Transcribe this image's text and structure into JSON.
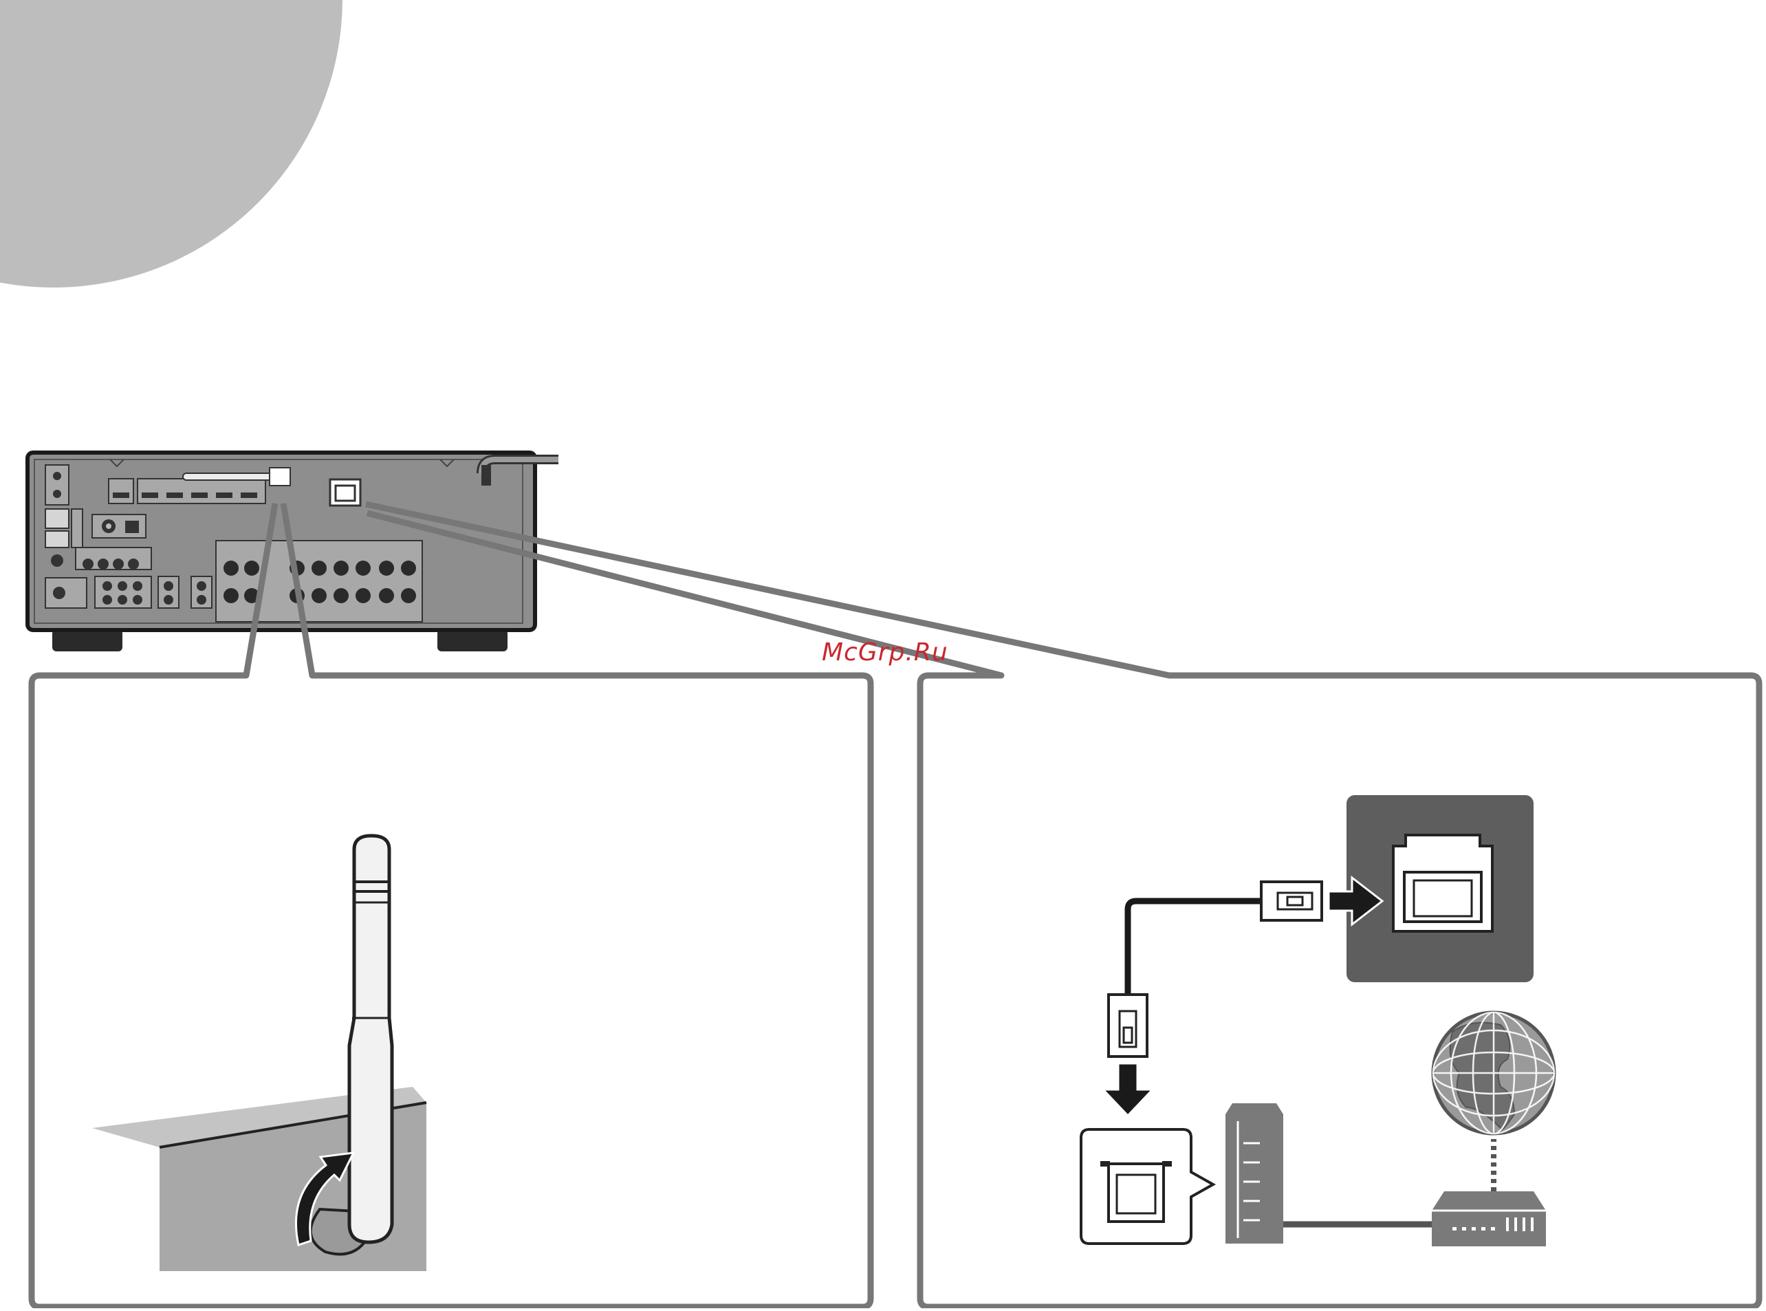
{
  "watermark": "McGrp.Ru",
  "colors": {
    "page_background": "#ffffff",
    "corner_circle": "#bdbdbd",
    "receiver_panel": "#8e8e8e",
    "receiver_outline": "#1a1a1a",
    "callout_frame": "#777777",
    "wall_jack_panel": "#5e5e5e",
    "watermark": "#c8282f",
    "globe": "#9a9a9a",
    "device": "#7a7a7a"
  },
  "icons": [
    "av-receiver-rear-panel",
    "wireless-antenna",
    "rotate-arrow-icon",
    "network-port-icon",
    "lan-cable-plug",
    "insert-arrow-icon",
    "modem-icon",
    "router-icon",
    "internet-globe-icon"
  ]
}
